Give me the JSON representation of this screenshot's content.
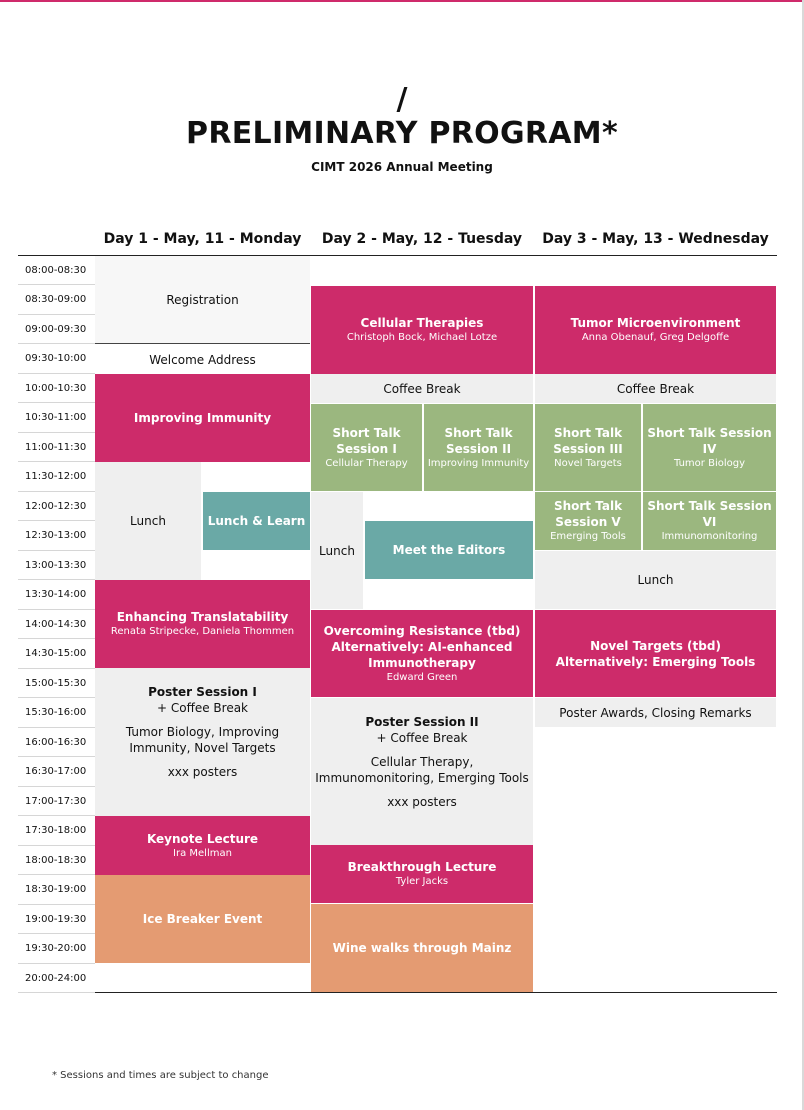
{
  "header": {
    "slash": "/",
    "title": "PRELIMINARY PROGRAM*",
    "subtitle": "CIMT 2026 Annual Meeting"
  },
  "days": [
    "Day 1 - May, 11 - Monday",
    "Day 2 - May, 12 - Tuesday",
    "Day 3 - May, 13 - Wednesday"
  ],
  "times": [
    "08:00-08:30",
    "08:30-09:00",
    "09:00-09:30",
    "09:30-10:00",
    "10:00-10:30",
    "10:30-11:00",
    "11:00-11:30",
    "11:30-12:00",
    "12:00-12:30",
    "12:30-13:00",
    "13:00-13:30",
    "13:30-14:00",
    "14:00-14:30",
    "14:30-15:00",
    "15:00-15:30",
    "15:30-16:00",
    "16:00-16:30",
    "16:30-17:00",
    "17:00-17:30",
    "17:30-18:00",
    "18:00-18:30",
    "18:30-19:00",
    "19:00-19:30",
    "19:30-20:00",
    "20:00-24:00"
  ],
  "day1": {
    "registration": "Registration",
    "welcome": "Welcome Address",
    "improving_immunity": "Improving Immunity",
    "lunch": "Lunch",
    "lunch_learn": "Lunch & Learn",
    "translatability": {
      "title": "Enhancing Translatability",
      "speakers": "Renata Stripecke, Daniela Thommen"
    },
    "poster": {
      "title": "Poster Session I",
      "sub": "+ Coffee Break",
      "topics": "Tumor Biology, Improving Immunity, Novel Targets",
      "count": "xxx posters"
    },
    "keynote": {
      "title": "Keynote Lecture",
      "speaker": "Ira Mellman"
    },
    "icebreaker": "Ice Breaker Event"
  },
  "day2": {
    "cellular": {
      "title": "Cellular Therapies",
      "speakers": "Christoph Bock, Michael Lotze"
    },
    "coffee": "Coffee Break",
    "st1": {
      "title": "Short Talk Session I",
      "topic": "Cellular Therapy"
    },
    "st2": {
      "title": "Short Talk Session II",
      "topic": "Improving Immunity"
    },
    "lunch": "Lunch",
    "editors": "Meet the Editors",
    "resistance": {
      "line1": "Overcoming Resistance (tbd)",
      "line2": "Alternatively: AI-enhanced Immunotherapy",
      "speaker": "Edward Green"
    },
    "poster": {
      "title": "Poster Session II",
      "sub": "+ Coffee Break",
      "topics": "Cellular Therapy, Immunomonitoring, Emerging Tools",
      "count": "xxx posters"
    },
    "breakthrough": {
      "title": "Breakthrough Lecture",
      "speaker": "Tyler Jacks"
    },
    "wine": "Wine walks through Mainz"
  },
  "day3": {
    "tme": {
      "title": "Tumor Microenvironment",
      "speakers": "Anna Obenauf, Greg Delgoffe"
    },
    "coffee": "Coffee Break",
    "st3": {
      "title": "Short Talk Session III",
      "topic": "Novel Targets"
    },
    "st4": {
      "title": "Short Talk Session IV",
      "topic": "Tumor Biology"
    },
    "st5": {
      "title": "Short Talk Session V",
      "topic": "Emerging Tools"
    },
    "st6": {
      "title": "Short Talk Session VI",
      "topic": "Immunomonitoring"
    },
    "lunch": "Lunch",
    "novel": {
      "line1": "Novel Targets (tbd)",
      "line2": "Alternatively: Emerging Tools"
    },
    "closing": "Poster Awards, Closing Remarks"
  },
  "footnote": "* Sessions and times are subject to change",
  "colors": {
    "pink": "#cd2b6a",
    "green": "#9bb77f",
    "teal": "#6aa9a6",
    "orange": "#e49b72",
    "grey": "#efefef"
  }
}
